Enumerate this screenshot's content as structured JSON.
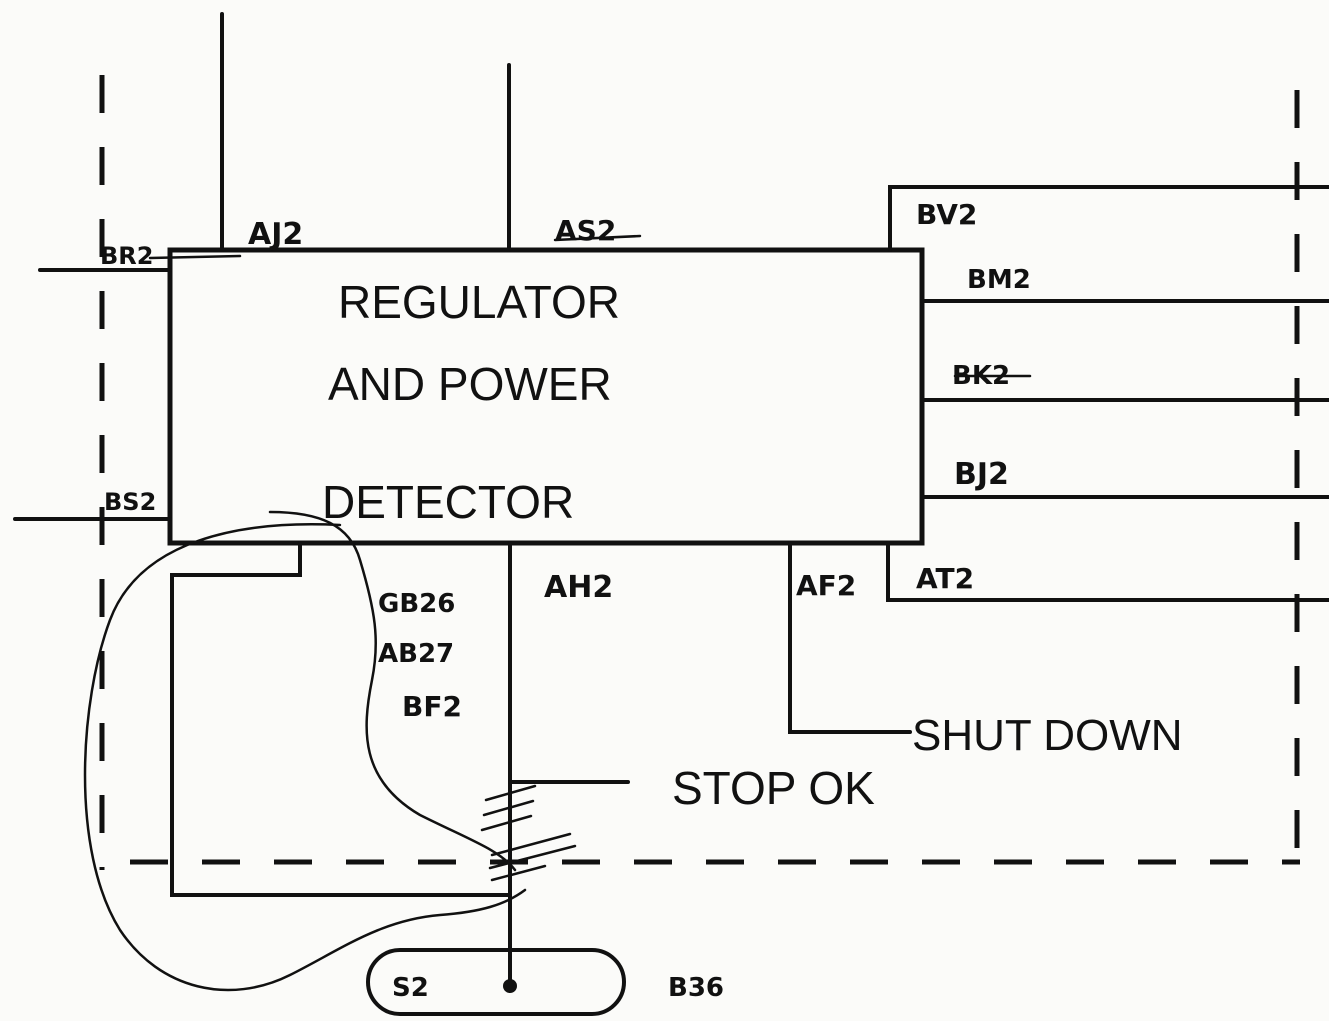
{
  "block": {
    "line1": "REGULATOR",
    "line2": "AND POWER",
    "line3": "DETECTOR"
  },
  "signals": {
    "br2": "BR2",
    "aj2": "AJ2",
    "as2": "AS2",
    "bv2": "BV2",
    "bm2": "BM2",
    "bk2": "BK2",
    "bj2": "BJ2",
    "bs2": "BS2",
    "ah2": "AH2",
    "af2": "AF2",
    "at2": "AT2",
    "gb26": "GB26",
    "ab27": "AB27",
    "bf2": "BF2"
  },
  "outputs": {
    "shut_down": "SHUT DOWN",
    "stop_ok": "STOP OK"
  },
  "connector": {
    "name": "S2",
    "ref": "B36"
  }
}
